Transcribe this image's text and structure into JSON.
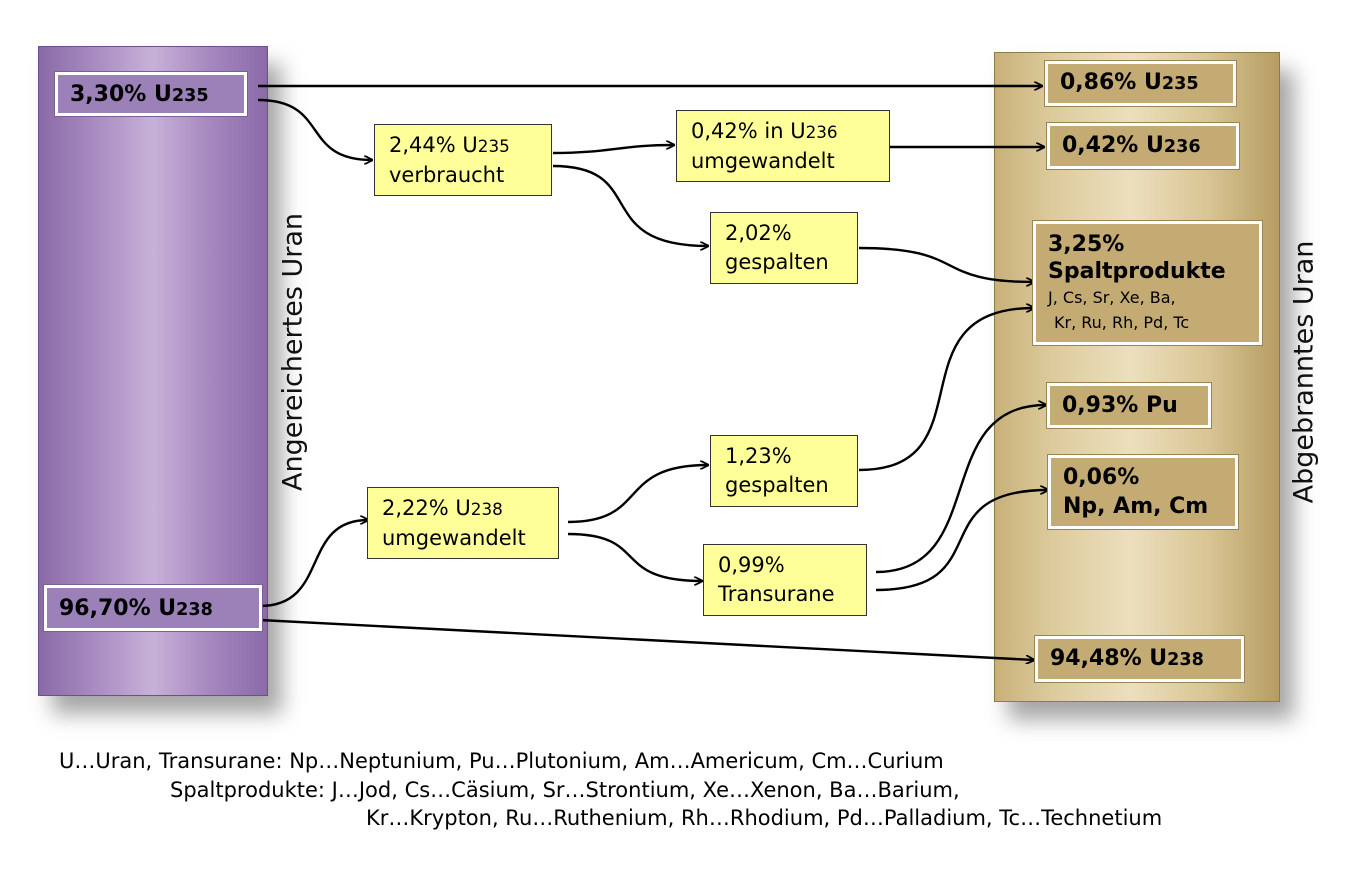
{
  "columns": {
    "left_label": "Angereichertes Uran",
    "right_label": "Abgebranntes Uran"
  },
  "left": {
    "u235": {
      "value": "3,30% U",
      "sub": "235"
    },
    "u238": {
      "value": "96,70% U",
      "sub": "238"
    }
  },
  "middle": {
    "u235_used": {
      "line1": "2,44% U",
      "sub": "235",
      "line2": "verbraucht"
    },
    "u236_conv": {
      "line1": "0,42% in U",
      "sub": "236",
      "line2": "umgewandelt"
    },
    "split_a": {
      "line1": "2,02%",
      "line2": "gespalten"
    },
    "u238_conv": {
      "line1": "2,22% U",
      "sub": "238",
      "line2": "umgewandelt"
    },
    "split_b": {
      "line1": "1,23%",
      "line2": "gespalten"
    },
    "transuranes": {
      "line1": "0,99%",
      "line2": "Transurane"
    }
  },
  "right": {
    "u235": {
      "value": "0,86% U",
      "sub": "235"
    },
    "u236": {
      "value": "0,42% U",
      "sub": "236"
    },
    "fission": {
      "pct": "3,25%",
      "title": "Spaltprodukte",
      "elements1": "J, Cs, Sr, Xe, Ba,",
      "elements2": "Kr, Ru, Rh, Pd, Tc"
    },
    "pu": {
      "value": "0,93% Pu"
    },
    "minor": {
      "line1": "0,06%",
      "line2": "Np, Am, Cm"
    },
    "u238": {
      "value": "94,48% U",
      "sub": "238"
    }
  },
  "legend": {
    "line1": "U…Uran, Transurane:  Np…Neptunium, Pu…Plutonium, Am…Americum, Cm…Curium",
    "line2": "Spaltprodukte:  J…Jod, Cs…Cäsium, Sr…Strontium, Xe…Xenon, Ba…Barium,",
    "line3": "Kr…Krypton, Ru…Ruthenium, Rh…Rhodium, Pd…Palladium,  Tc…Technetium"
  }
}
